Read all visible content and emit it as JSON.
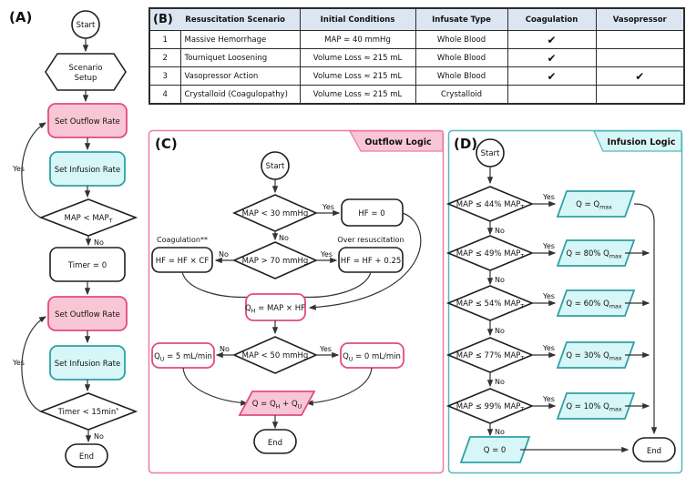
{
  "labels": {
    "yes": "Yes",
    "no": "No"
  },
  "colors": {
    "pink_fill": "#F9C6D5",
    "pink_border": "#E14B82",
    "cyan_fill": "#D7F6F7",
    "cyan_border": "#2FA0A3",
    "panel_c_border": "#EE7BA6",
    "panel_d_border": "#58B7BC",
    "node_border": "#1F1F1F",
    "line": "#333333",
    "table_header_bg": "#DCE6F2",
    "table_border": "#2B2B2B",
    "text": "#111111"
  },
  "a": {
    "label": "(A)",
    "start": "Start",
    "scenario": [
      "Scenario",
      "Setup"
    ],
    "outflow": "Set Outflow Rate",
    "infusion": "Set Infusion Rate",
    "map_check": [
      "MAP < MAP",
      "T"
    ],
    "timer_zero": "Timer = 0",
    "timer_check": [
      "Timer < 15min",
      "*"
    ],
    "end": "End"
  },
  "b": {
    "label": "(B)",
    "headers": [
      "Resuscitation Scenario",
      "Initial Conditions",
      "Infusate Type",
      "Coagulation",
      "Vasopressor"
    ],
    "rows": [
      {
        "num": "1",
        "scenario": "Massive Hemorrhage",
        "conditions": "MAP = 40 mmHg",
        "infusate": "Whole Blood",
        "coagulation": "✔",
        "vasopressor": ""
      },
      {
        "num": "2",
        "scenario": "Tourniquet Loosening",
        "conditions": "Volume Loss ≈ 215 mL",
        "infusate": "Whole Blood",
        "coagulation": "✔",
        "vasopressor": ""
      },
      {
        "num": "3",
        "scenario": "Vasopressor Action",
        "conditions": "Volume Loss ≈ 215 mL",
        "infusate": "Whole Blood",
        "coagulation": "✔",
        "vasopressor": "✔"
      },
      {
        "num": "4",
        "scenario": "Crystalloid (Coagulopathy)",
        "conditions": "Volume Loss ≈ 215 mL",
        "infusate": "Crystalloid",
        "coagulation": "",
        "vasopressor": ""
      }
    ]
  },
  "c": {
    "label": "(C)",
    "badge": "Outflow Logic",
    "start": "Start",
    "d_map30": "MAP < 30 mmHg",
    "hf0": "HF = 0",
    "d_map70": "MAP > 70 mmHg",
    "coag_note": "Coagulation**",
    "hf_cf": "HF = HF × CF",
    "over_note": "Over resuscitation",
    "hf_025": "HF = HF + 0.25",
    "qh": [
      "Q",
      "H",
      " = MAP × HF"
    ],
    "d_map50": "MAP < 50 mmHg",
    "qu5": [
      "Q",
      "U",
      " = 5 mL/min"
    ],
    "qu0": [
      "Q",
      "U",
      " = 0 mL/min"
    ],
    "qsum": [
      "Q = Q",
      "H",
      " + Q",
      "U"
    ],
    "end": "End"
  },
  "d": {
    "label": "(D)",
    "badge": "Infusion Logic",
    "start": "Start",
    "checks": [
      [
        "MAP ≤ 44% MAP",
        "T"
      ],
      [
        "MAP ≤ 49% MAP",
        "T"
      ],
      [
        "MAP ≤ 54% MAP",
        "T"
      ],
      [
        "MAP ≤ 77% MAP",
        "T"
      ],
      [
        "MAP ≤ 99% MAP",
        "T"
      ]
    ],
    "outputs": [
      [
        "Q = Q",
        "max"
      ],
      [
        "Q = 80% Q",
        "max"
      ],
      [
        "Q = 60% Q",
        "max"
      ],
      [
        "Q = 30% Q",
        "max"
      ],
      [
        "Q = 10% Q",
        "max"
      ]
    ],
    "q0": "Q = 0",
    "end": "End"
  }
}
